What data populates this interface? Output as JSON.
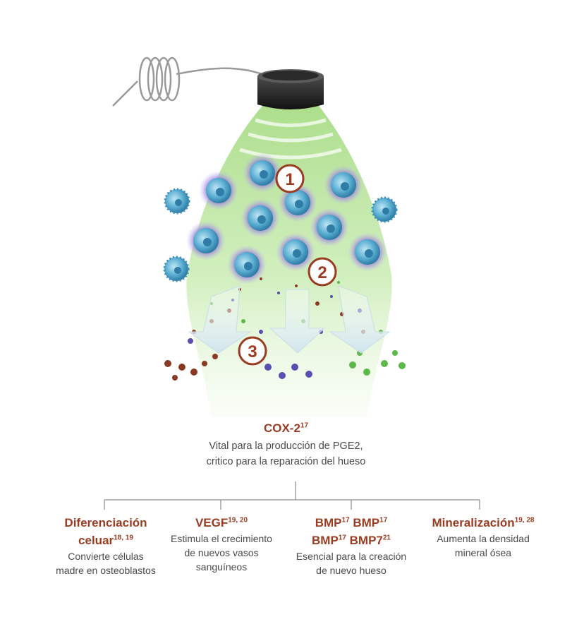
{
  "illustration": {
    "device": "ultrasound-transducer",
    "beam_color": "#b8e39a",
    "markers": [
      "1",
      "2",
      "3"
    ],
    "marker_color": "#9a3c22",
    "cell_color": "#4a9cc4",
    "activated_cell_glow": "#8a6fd6",
    "particle_colors": [
      "#8a3a22",
      "#5a4fb0",
      "#5cb848"
    ]
  },
  "cox2": {
    "title": "COX-2",
    "title_ref": "17",
    "line1": "Vital para la producción de PGE2,",
    "line2": "critico para la reparación del hueso"
  },
  "effects": [
    {
      "head_lines": [
        {
          "text": "Diferenciación",
          "ref": ""
        },
        {
          "text": "celuar",
          "ref": "18, 19"
        }
      ],
      "desc_lines": [
        "Convierte células",
        "madre en osteoblastos"
      ]
    },
    {
      "head_lines": [
        {
          "text": "VEGF",
          "ref": "19, 20"
        }
      ],
      "desc_lines": [
        "Estimula el crecimiento",
        "de nuevos vasos",
        "sanguíneos"
      ]
    },
    {
      "head_lines": [
        {
          "text": "BMP",
          "ref": "17",
          "text2": " BMP",
          "ref2": "17"
        },
        {
          "text": "BMP",
          "ref": "17",
          "text2": " BMP7",
          "ref2": "21"
        }
      ],
      "desc_lines": [
        "Esencial para la creación",
        "de nuevo hueso"
      ]
    },
    {
      "head_lines": [
        {
          "text": "Mineralización",
          "ref": "19, 28"
        }
      ],
      "desc_lines": [
        "Aumenta la densidad",
        "mineral ósea"
      ]
    }
  ]
}
